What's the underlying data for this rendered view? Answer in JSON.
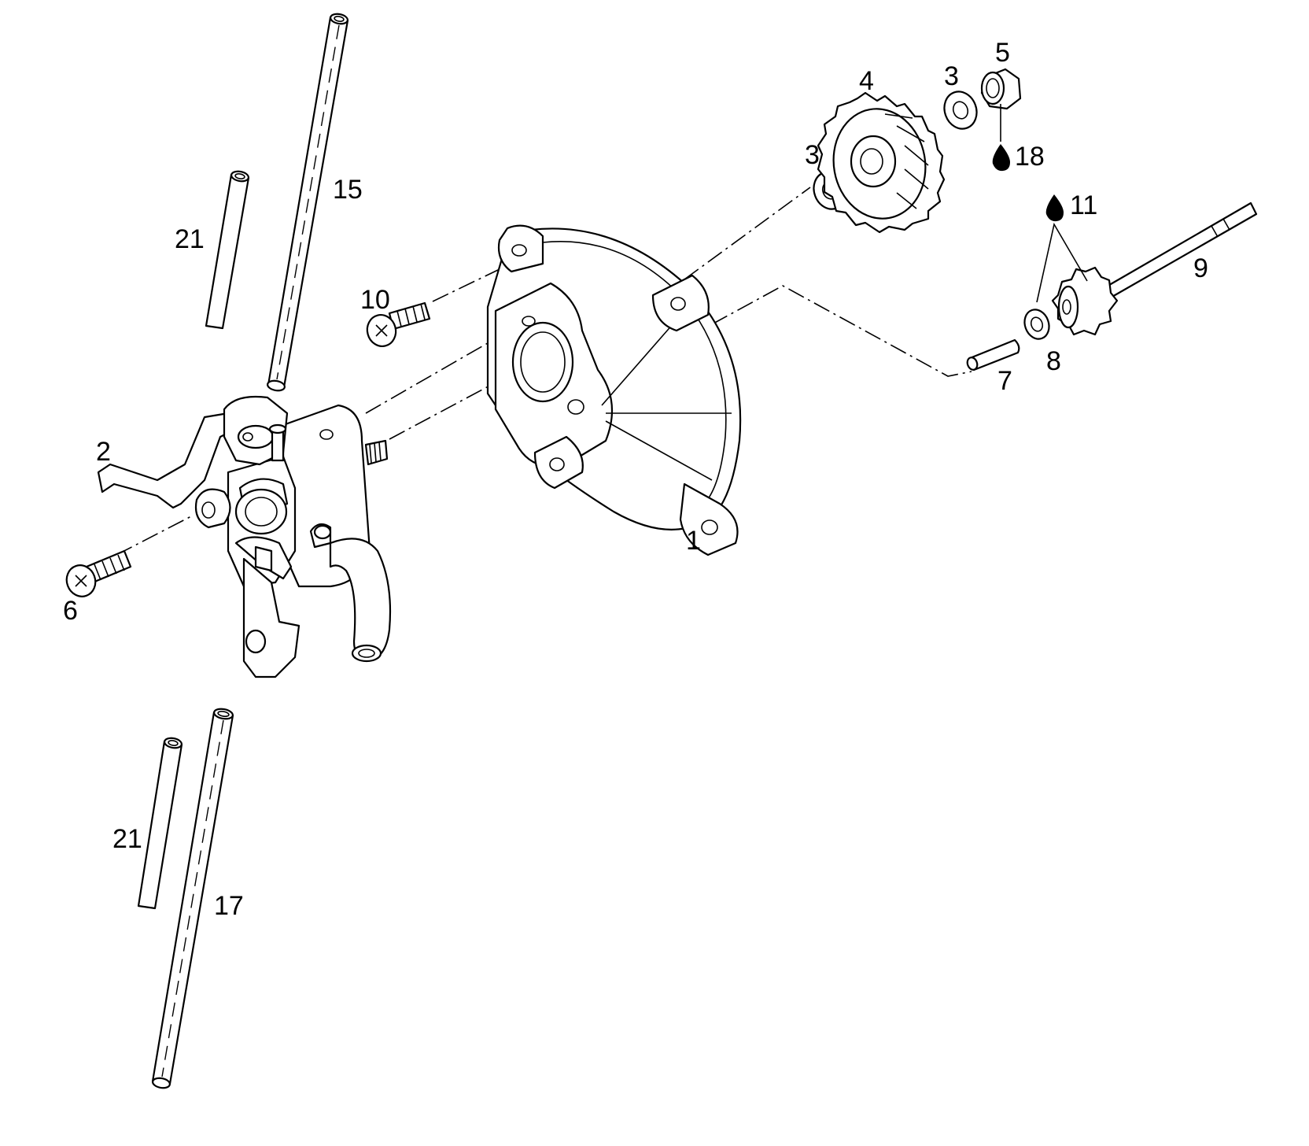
{
  "callouts": [
    {
      "id": "1",
      "text": "1"
    },
    {
      "id": "2",
      "text": "2"
    },
    {
      "id": "3a",
      "text": "3"
    },
    {
      "id": "3b",
      "text": "3"
    },
    {
      "id": "4",
      "text": "4"
    },
    {
      "id": "5",
      "text": "5"
    },
    {
      "id": "6",
      "text": "6"
    },
    {
      "id": "7",
      "text": "7"
    },
    {
      "id": "8",
      "text": "8"
    },
    {
      "id": "9",
      "text": "9"
    },
    {
      "id": "10",
      "text": "10"
    },
    {
      "id": "11",
      "text": "11"
    },
    {
      "id": "15",
      "text": "15"
    },
    {
      "id": "17",
      "text": "17"
    },
    {
      "id": "18",
      "text": "18"
    },
    {
      "id": "21a",
      "text": "21"
    },
    {
      "id": "21b",
      "text": "21"
    }
  ],
  "icons": {
    "lubricant": "oil-drop-icon"
  }
}
